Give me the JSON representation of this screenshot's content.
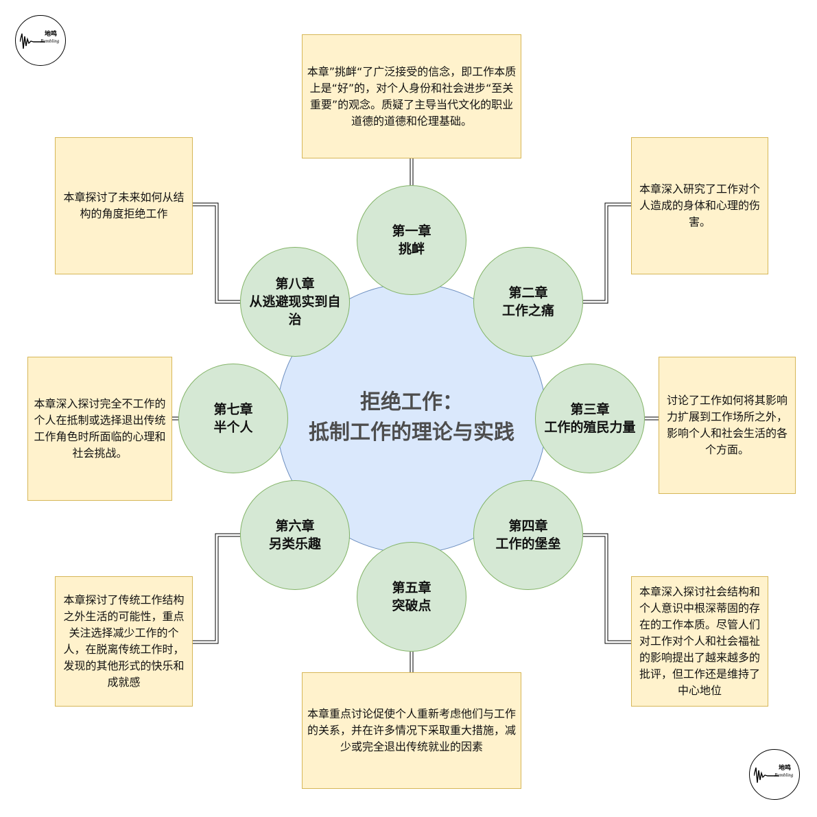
{
  "center": {
    "title_line1": "拒绝工作：",
    "title_line2": "抵制工作的理论与实践"
  },
  "chapters": [
    {
      "num": "第一章",
      "title": "挑衅"
    },
    {
      "num": "第二章",
      "title": "工作之痛"
    },
    {
      "num": "第三章",
      "title": "工作的殖民力量"
    },
    {
      "num": "第四章",
      "title": "工作的堡垒"
    },
    {
      "num": "第五章",
      "title": "突破点"
    },
    {
      "num": "第六章",
      "title": "另类乐趣"
    },
    {
      "num": "第七章",
      "title": "半个人"
    },
    {
      "num": "第八章",
      "title": "从逃避现实到自治"
    }
  ],
  "notes": [
    "本章”挑衅“了广泛接受的信念，即工作本质上是“好”的，对个人身份和社会进步“至关重要”的观念。质疑了主导当代文化的职业道德的道德和伦理基础。",
    "本章深入研究了工作对个人造成的身体和心理的伤害。",
    "讨论了工作如何将其影响力扩展到工作场所之外，影响个人和社会生活的各个方面。",
    "本章深入探讨社会结构和个人意识中根深蒂固的存在的工作本质。尽管人们对工作对个人和社会福祉的影响提出了越来越多的批评，但工作还是维持了中心地位",
    "本章重点讨论促使个人重新考虑他们与工作的关系，并在许多情况下采取重大措施，减少或完全退出传统就业的因素",
    "本章探讨了传统工作结构之外生活的可能性，重点关注选择减少工作的个人，在脱离传统工作时，发现的其他形式的快乐和成就感",
    "本章深入探讨完全不工作的个人在抵制或选择退出传统工作角色时所面临的心理和社会挑战。",
    "本章探讨了未来如何从结构的角度拒绝工作"
  ],
  "logo": {
    "cn": "地鸣",
    "en": "Rumbling"
  },
  "colors": {
    "center_fill": "#dae8fc",
    "chapter_fill": "#d5e8d4",
    "note_fill": "#fff2cc"
  }
}
